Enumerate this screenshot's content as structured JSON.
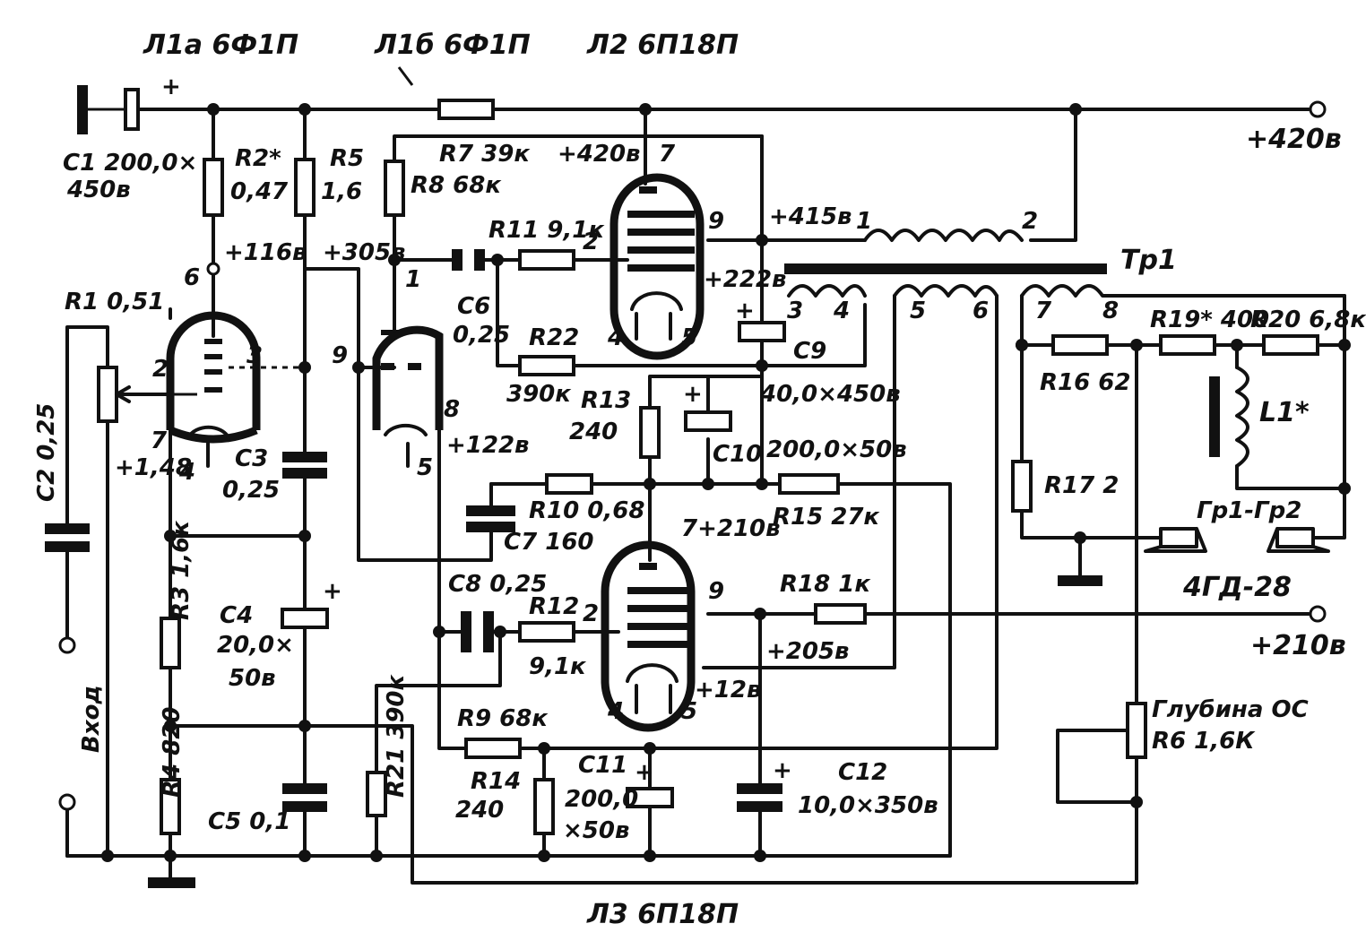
{
  "tubes": {
    "l1a": "Л1а 6Ф1П",
    "l1b": "Л1б 6Ф1П",
    "l2": "Л2 6П18П",
    "l3": "Л3 6П18П"
  },
  "components": {
    "c1": "C1 200,0×",
    "c1_volt": "450в",
    "r2": "R2*",
    "r2_val": "0,47",
    "r5": "R5",
    "r5_val": "1,6",
    "r7": "R7 39к",
    "r8": "R8 68к",
    "r11": "R11 9,1к",
    "c6": "C6",
    "c6_val": "0,25",
    "r22": "R22",
    "r22_val": "390к",
    "r1": "R1 0,51",
    "c2": "C2 0,25",
    "c3": "C3",
    "c3_val": "0,25",
    "c4": "C4",
    "c4_val": "20,0×",
    "c4_volt": "50в",
    "r3": "R3 1,6к",
    "r4": "R4 820",
    "c5": "C5 0,1",
    "r21": "R21 390к",
    "r13": "R13",
    "r13_val": "240",
    "c10": "C10",
    "c9": "C9",
    "c9_val": "40,0×450в",
    "c10_val": "200,0×50в",
    "r10": "R10 0,68",
    "c7": "C7 160",
    "c8": "C8 0,25",
    "r12": "R12",
    "r12_val": "9,1к",
    "r15": "R15 27к",
    "r18": "R18 1к",
    "r9": "R9 68к",
    "r14": "R14",
    "r14_val": "240",
    "c11": "C11",
    "c11_val": "200,0",
    "c11_volt": "×50в",
    "c12": "C12",
    "c12_val": "10,0×350в",
    "tr1": "Тр1",
    "r16": "R16 62",
    "r17": "R17 2",
    "r19": "R19* 400",
    "r20": "R20 6,8к",
    "l1": "L1*",
    "speakers": "Гр1-Гр2",
    "speaker_model": "4ГД-28",
    "feedback_label": "Глубина ОС",
    "r6": "R6 1,6К",
    "input_label": "Вход"
  },
  "voltages": {
    "v420_top": "+420в",
    "v420_rail": "+420в",
    "v415": "+415в",
    "v222": "+222в",
    "v116": "+116в",
    "v305": "+305в",
    "v122": "+122в",
    "v148": "+1,48",
    "v210_mid": "7+210в",
    "v205": "+205в",
    "v210_out": "+210в",
    "v12": "+12в"
  },
  "pins": {
    "p6": "6",
    "p2a": "2",
    "p3": "3",
    "p7a": "7",
    "p4a": "4",
    "p1b": "1",
    "p9b": "9",
    "p8b": "8",
    "p5b": "5",
    "p7_l2": "7",
    "p9_l2": "9",
    "p2_l2": "2",
    "p4_l2": "4",
    "p5_l2": "5",
    "p2_l3": "2",
    "p9_l3": "9",
    "p4_l3": "4",
    "p5_l3": "5",
    "t1": "1",
    "t2": "2",
    "t3": "3",
    "t4": "4",
    "t5": "5",
    "t6": "6",
    "t7": "7",
    "t8": "8"
  }
}
